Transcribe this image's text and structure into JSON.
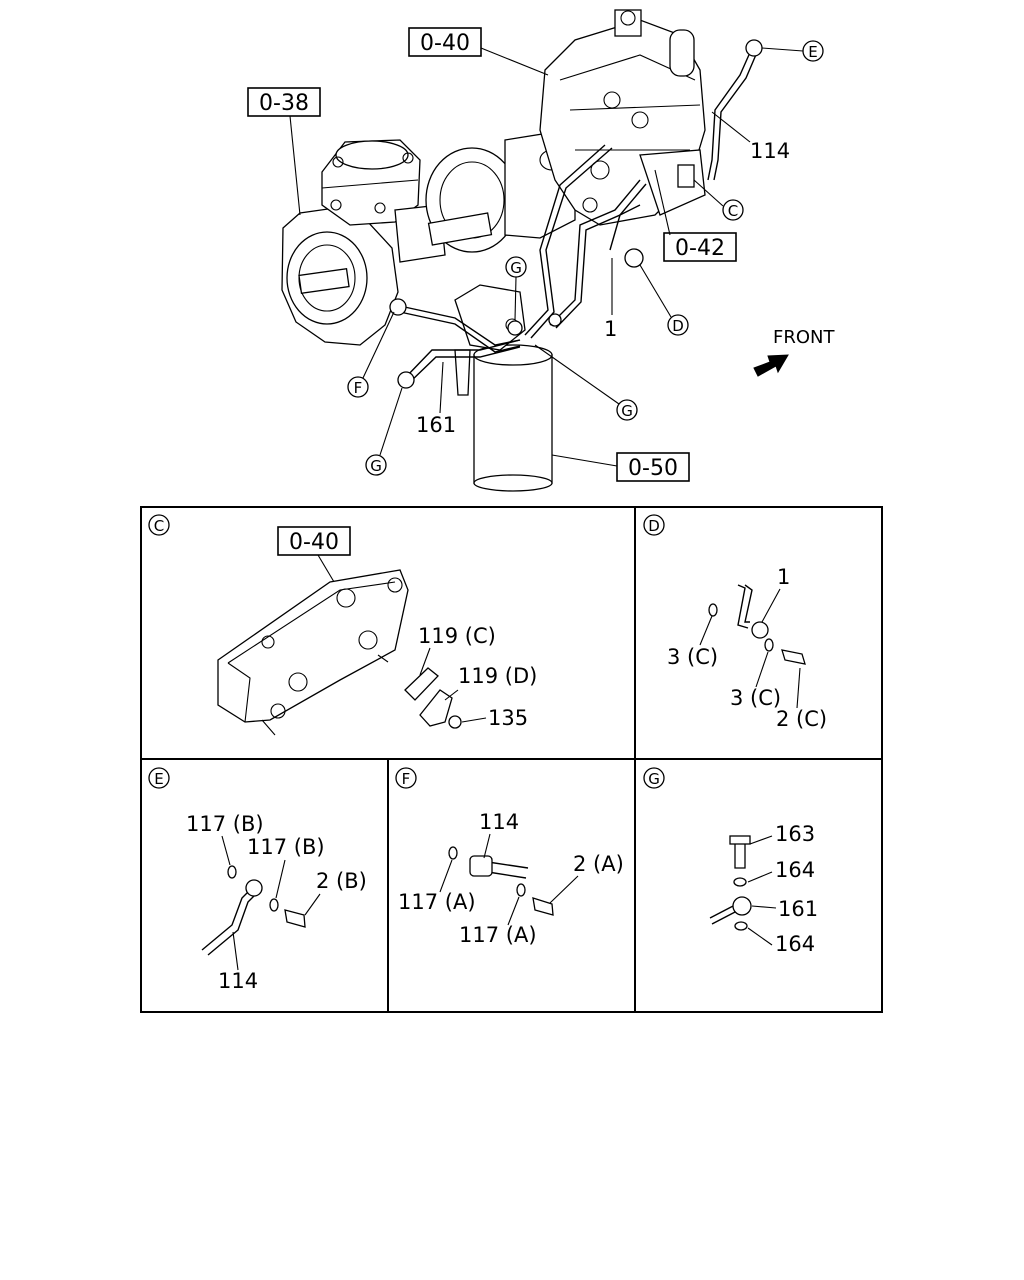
{
  "main_view": {
    "ref_boxes": {
      "pump": "0-40",
      "compressor": "0-38",
      "bracket": "0-42",
      "filter": "0-50"
    },
    "part_labels": {
      "pipe_114": "114",
      "pipe_1": "1",
      "pipe_161": "161"
    },
    "detail_markers": {
      "e": "E",
      "c": "C",
      "d": "D",
      "g_top": "G",
      "f": "F",
      "g_right": "G",
      "g_bottom": "G"
    },
    "front_label": "FRONT"
  },
  "detail_c": {
    "marker": "C",
    "ref_box": "0-40",
    "labels": [
      "119 (C)",
      "119 (D)",
      "135"
    ]
  },
  "detail_d": {
    "marker": "D",
    "labels": [
      "1",
      "3 (C)",
      "3 (C)",
      "2 (C)"
    ]
  },
  "detail_e": {
    "marker": "E",
    "labels": [
      "117 (B)",
      "117 (B)",
      "2 (B)",
      "114"
    ]
  },
  "detail_f": {
    "marker": "F",
    "labels": [
      "114",
      "2 (A)",
      "117 (A)",
      "117 (A)"
    ]
  },
  "detail_g": {
    "marker": "G",
    "labels": [
      "163",
      "164",
      "161",
      "164"
    ]
  }
}
